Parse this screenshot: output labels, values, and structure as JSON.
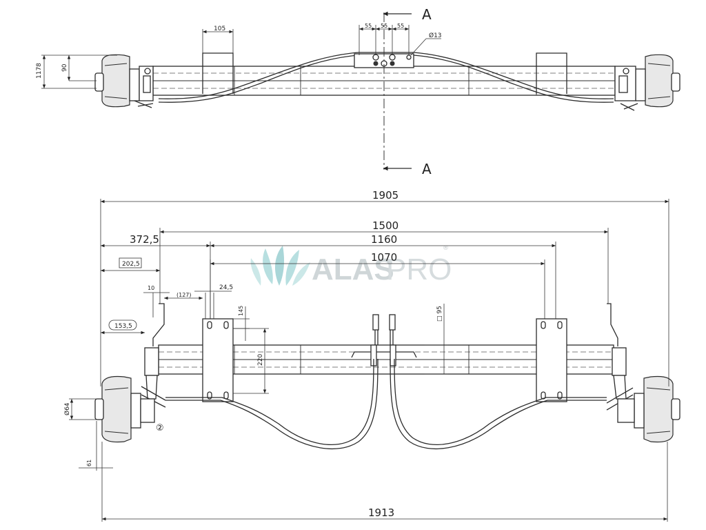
{
  "logo": {
    "part1": "ALAS",
    "part2": "PRO",
    "registered": "®",
    "accent_color": "#a9d6d8"
  },
  "section": {
    "label_top": "A",
    "label_bottom": "A"
  },
  "top_view": {
    "dims": {
      "d105": "105",
      "d55a": "55",
      "d55b": "55",
      "d55c": "55",
      "hole": "Ø13",
      "d1178": "1178",
      "d90": "90"
    }
  },
  "front_view": {
    "dims": {
      "d1905": "1905",
      "d1500": "1500",
      "d1160": "1160",
      "d1070": "1070",
      "d3725": "372,5",
      "d2025": "202,5",
      "d10": "10",
      "d127": "(127)",
      "d245": "24,5",
      "d1535": "153,5",
      "d145": "145",
      "d220": "220",
      "dq95": "□ 95",
      "d64": "Ø64",
      "d61": "61",
      "d1913": "1913",
      "mark2": "②"
    }
  }
}
